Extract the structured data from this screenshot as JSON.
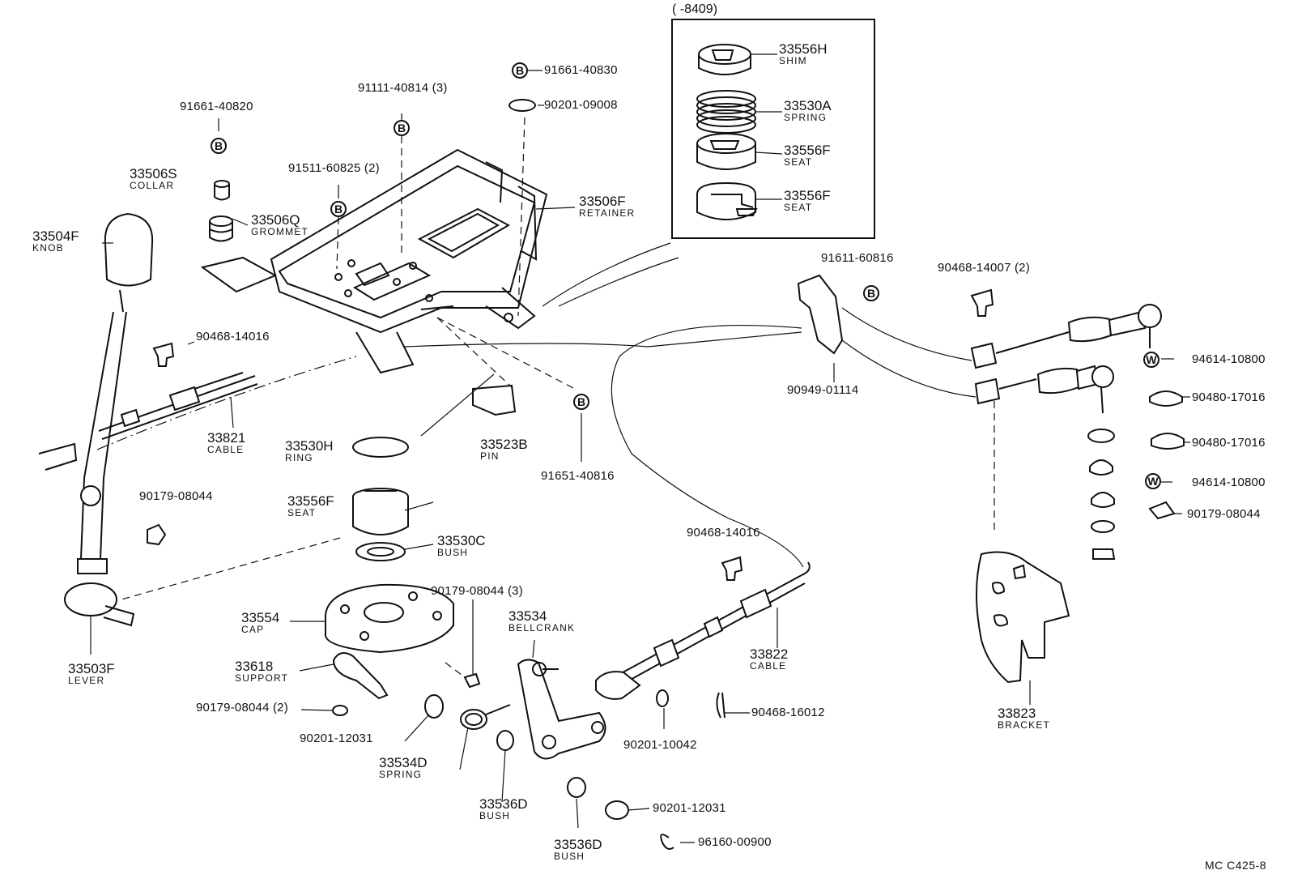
{
  "figure_code": "MC  C425-8",
  "inset": {
    "title": "(       -8409)"
  },
  "parts": {
    "p33504F": {
      "number": "33504F",
      "name": "KNOB"
    },
    "p33506S": {
      "number": "33506S",
      "name": "COLLAR"
    },
    "p33506Q": {
      "number": "33506Q",
      "name": "GROMMET"
    },
    "p33506F": {
      "number": "33506F",
      "name": "RETAINER"
    },
    "p33821": {
      "number": "33821",
      "name": "CABLE"
    },
    "p33530H": {
      "number": "33530H",
      "name": "RING"
    },
    "p33523B": {
      "number": "33523B",
      "name": "PIN"
    },
    "p33556F_main": {
      "number": "33556F",
      "name": "SEAT"
    },
    "p33530C": {
      "number": "33530C",
      "name": "BUSH"
    },
    "p33554": {
      "number": "33554",
      "name": "CAP"
    },
    "p33618": {
      "number": "33618",
      "name": "SUPPORT"
    },
    "p33503F": {
      "number": "33503F",
      "name": "LEVER"
    },
    "p33534": {
      "number": "33534",
      "name": "BELLCRANK"
    },
    "p33534D": {
      "number": "33534D",
      "name": "SPRING"
    },
    "p33536D_a": {
      "number": "33536D",
      "name": "BUSH"
    },
    "p33536D_b": {
      "number": "33536D",
      "name": "BUSH"
    },
    "p33822": {
      "number": "33822",
      "name": "CABLE"
    },
    "p33823": {
      "number": "33823",
      "name": "BRACKET"
    },
    "p33556H": {
      "number": "33556H",
      "name": "SHIM"
    },
    "p33530A": {
      "number": "33530A",
      "name": "SPRING"
    },
    "p33556F_a": {
      "number": "33556F",
      "name": "SEAT"
    },
    "p33556F_b": {
      "number": "33556F",
      "name": "SEAT"
    }
  },
  "part_numbers": {
    "pn_91661_40820": "91661-40820",
    "pn_91111_40814": "91111-40814 (3)",
    "pn_91661_40830": "91661-40830",
    "pn_90201_09008": "90201-09008",
    "pn_91511_60825": "91511-60825 (2)",
    "pn_90468_14016_a": "90468-14016",
    "pn_91651_40816": "91651-40816",
    "pn_90179_08044_a": "90179-08044",
    "pn_90179_08044_3": "90179-08044 (3)",
    "pn_90179_08044_2": "90179-08044 (2)",
    "pn_90201_12031_a": "90201-12031",
    "pn_90201_12031_b": "90201-12031",
    "pn_96160_00900": "96160-00900",
    "pn_90201_10042": "90201-10042",
    "pn_90468_16012": "90468-16012",
    "pn_90468_14016_b": "90468-14016",
    "pn_91611_60816": "91611-60816",
    "pn_90468_14007": "90468-14007 (2)",
    "pn_90949_01114": "90949-01114",
    "pn_94614_10800_a": "94614-10800",
    "pn_90480_17016_a": "90480-17016",
    "pn_90480_17016_b": "90480-17016",
    "pn_94614_10800_b": "94614-10800",
    "pn_90179_08044_r": "90179-08044"
  },
  "markers": {
    "b": "B",
    "w": "W"
  }
}
